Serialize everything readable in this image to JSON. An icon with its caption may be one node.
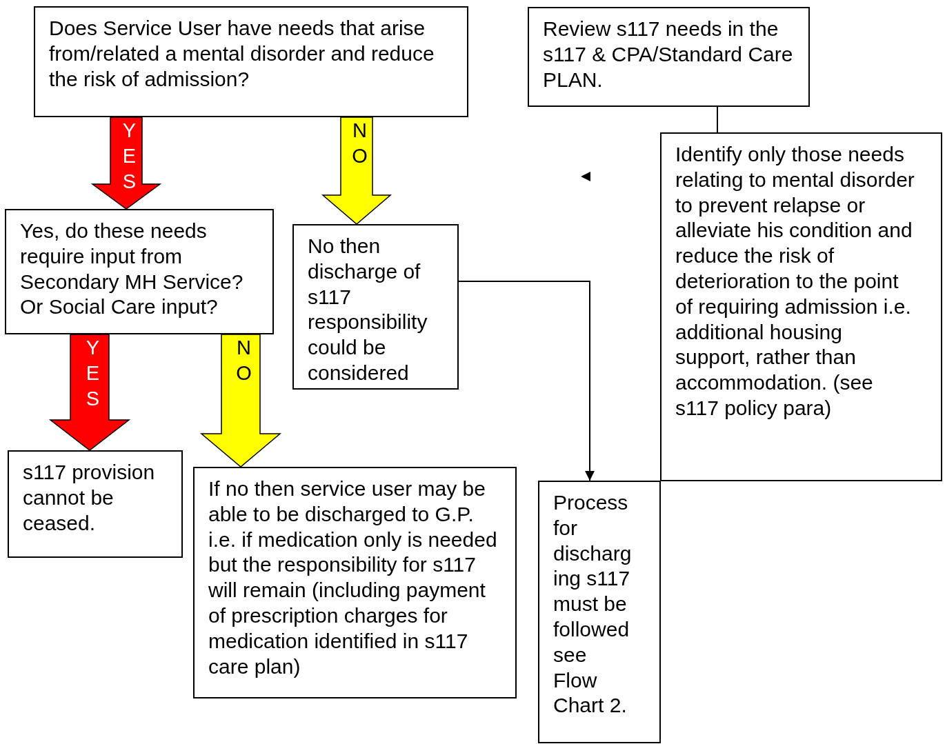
{
  "diagram": {
    "nodes": [
      {
        "text": [
          "Does Service User have needs that arise from/related a mental disorder and reduce the risk of admission?"
        ]
      },
      {
        "text": [
          "Review s117 needs in the s117 & CPA/Standard Care PLAN."
        ]
      },
      {
        "text": [
          "Yes, do these needs require input from Secondary MH Service? Or Social Care input?"
        ]
      },
      {
        "text": [
          "No then discharge of s117 responsibility could be considered"
        ]
      },
      {
        "text": [
          "Identify only those needs relating to mental disorder to prevent relapse or alleviate his condition and reduce the risk of deterioration to the point of requiring admission i.e. additional housing support, rather than accommodation. (see s117 policy para)"
        ]
      },
      {
        "text": [
          "s117 provision cannot  be ceased."
        ]
      },
      {
        "text": [
          "If no then service user may be able to be discharged to G.P. i.e. if medication only is needed but the responsibility for s117 will remain (including payment of prescription charges for medication identified in s117 care plan)"
        ]
      },
      {
        "text": [
          "Process for discharging s117 must be followed see Flow Chart 2."
        ]
      }
    ],
    "edges": [
      {
        "from": 0,
        "to": 2,
        "arrow": "to",
        "label": "YES",
        "style": "thick",
        "color": "#ff0000"
      },
      {
        "from": 0,
        "to": 3,
        "arrow": "to",
        "label": "NO",
        "style": "thick",
        "color": "#ffff00"
      },
      {
        "from": 2,
        "to": 5,
        "arrow": "to",
        "label": "YES",
        "style": "thick",
        "color": "#ff0000"
      },
      {
        "from": 2,
        "to": 6,
        "arrow": "to",
        "label": "NO",
        "style": "thick",
        "color": "#ffff00"
      },
      {
        "from": 3,
        "to": 7,
        "arrow": "to"
      },
      {
        "from": 1,
        "to": 4,
        "arrow": "none"
      }
    ]
  }
}
